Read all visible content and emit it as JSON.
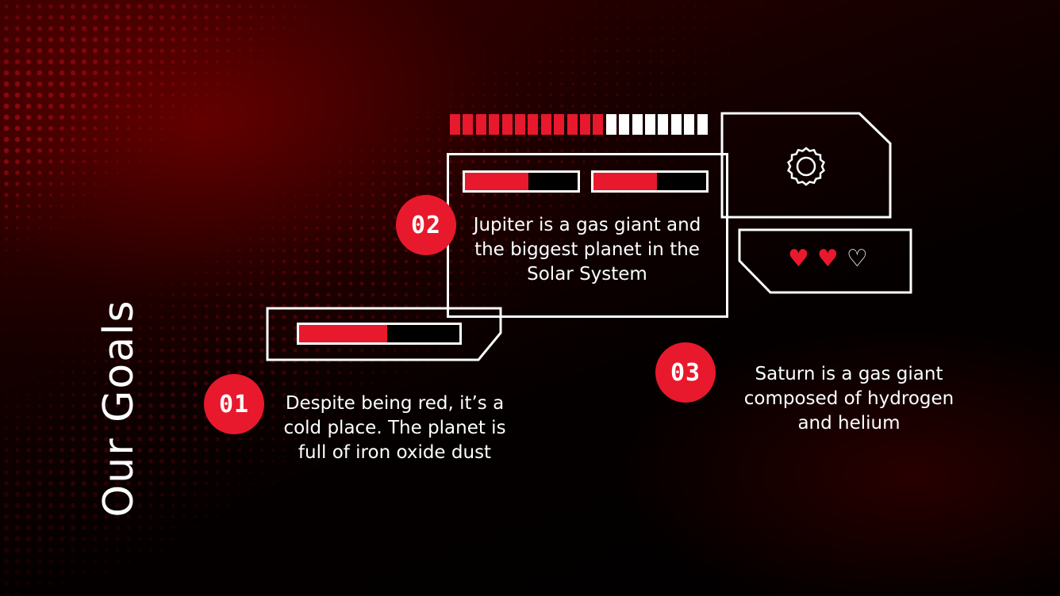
{
  "slide": {
    "title": "Our Goals",
    "goals": [
      {
        "number": "01",
        "text": "Despite being red, it’s a cold place. The planet is full of iron oxide dust",
        "progress": 0.55
      },
      {
        "number": "02",
        "text": "Jupiter is a gas giant and the biggest planet in the Solar System",
        "progress": [
          0.56,
          0.56
        ]
      },
      {
        "number": "03",
        "text": "Saturn is a gas giant composed of hydrogen and helium"
      }
    ],
    "segment_bar": {
      "filled": 12,
      "total": 20
    },
    "hearts": {
      "filled": 2,
      "total": 3,
      "filled_glyph": "♥",
      "empty_glyph": "♡"
    },
    "icon": "sun-gear-icon",
    "colors": {
      "accent": "#e8192c",
      "background": "#000000",
      "foreground": "#ffffff"
    }
  }
}
